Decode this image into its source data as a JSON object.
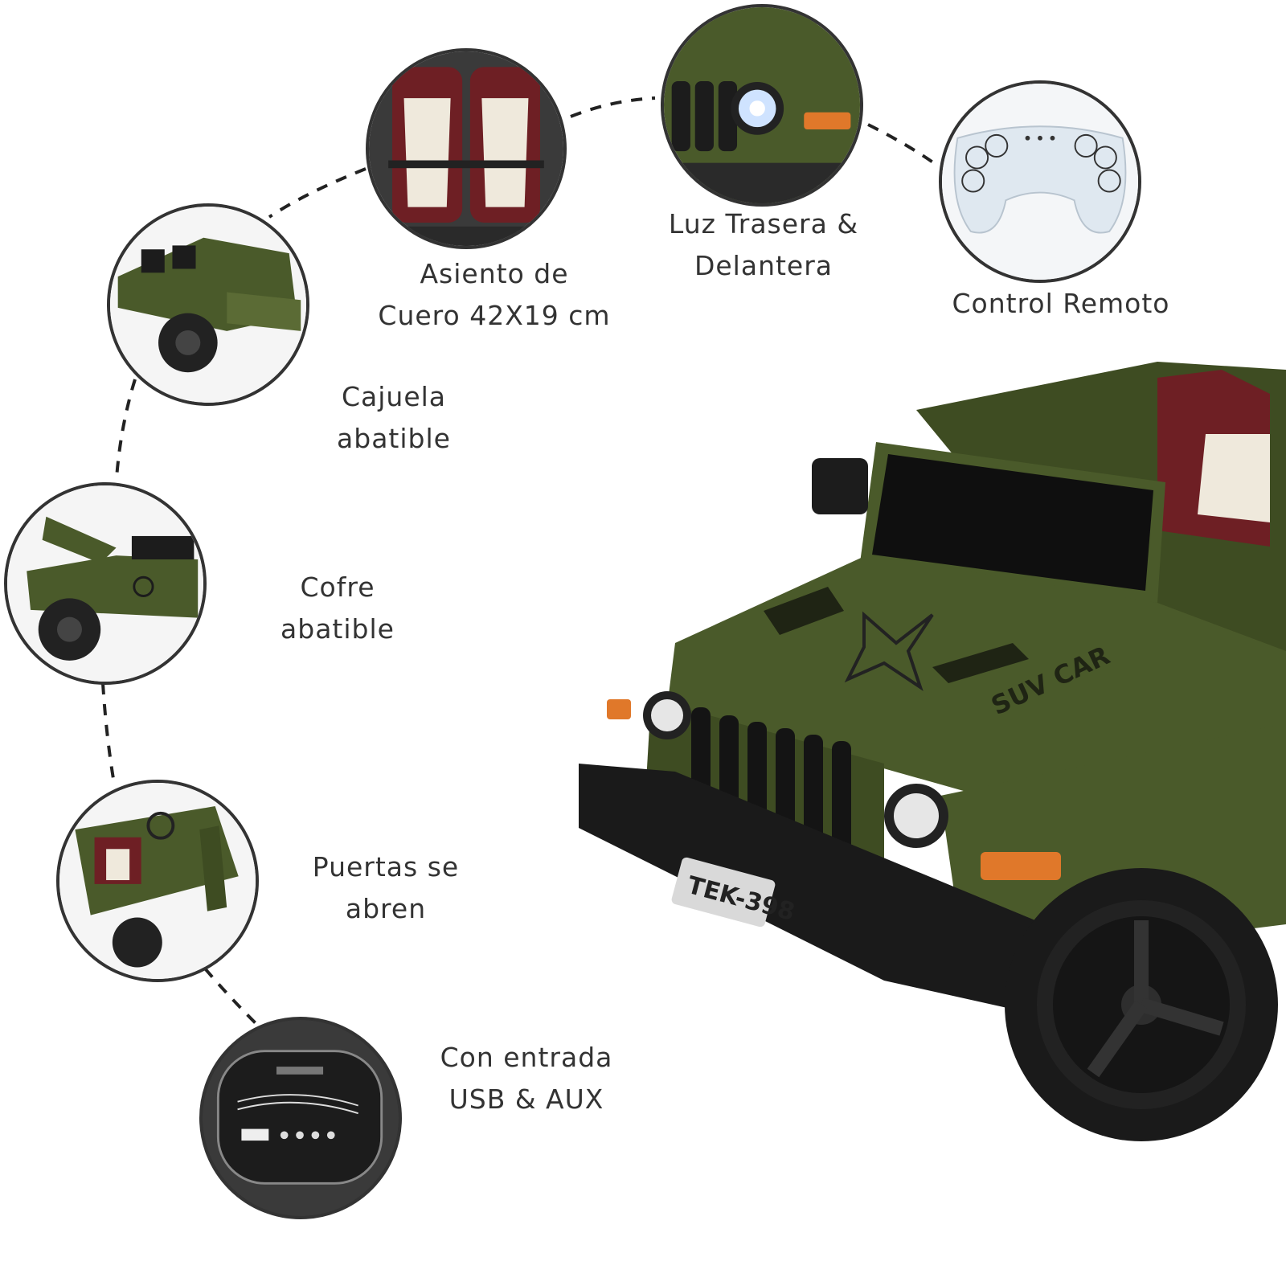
{
  "features": {
    "seat": {
      "line1": "Asiento de",
      "line2": "Cuero 42X19 cm"
    },
    "lights": {
      "line1": "Luz Trasera &",
      "line2": "Delantera"
    },
    "remote": {
      "line1": "Control Remoto"
    },
    "trunk": {
      "line1": "Cajuela",
      "line2": "abatible"
    },
    "hood": {
      "line1": "Cofre",
      "line2": "abatible"
    },
    "doors": {
      "line1": "Puertas se",
      "line2": "abren"
    },
    "audio": {
      "line1": "Con entrada",
      "line2": "USB & AUX"
    }
  },
  "vehicle": {
    "plate": "TEK-398",
    "hood_text": "SUV CAR"
  },
  "colors": {
    "body_green": "#4a5a2a",
    "seat_red": "#6e1f24",
    "remote_blue": "#dfe8f0"
  }
}
